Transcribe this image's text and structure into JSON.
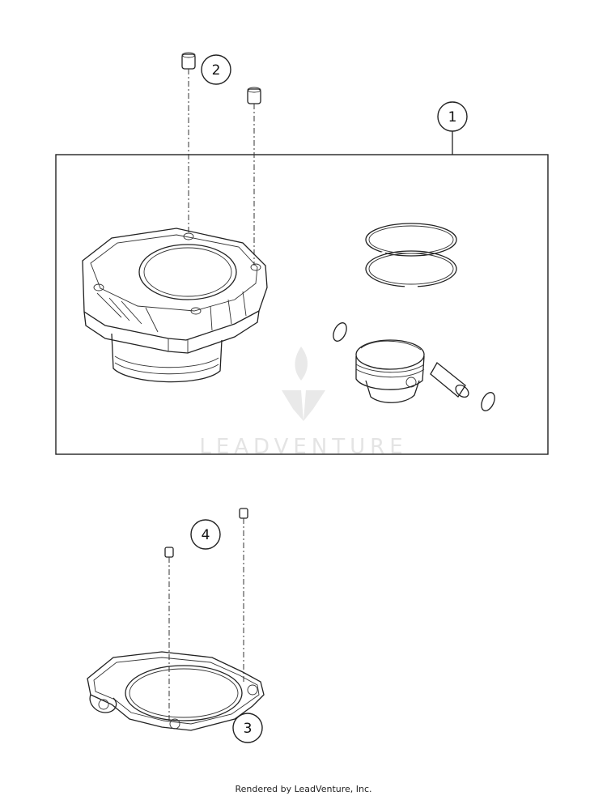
{
  "callouts": [
    {
      "id": "1",
      "label": "1"
    },
    {
      "id": "2",
      "label": "2"
    },
    {
      "id": "3",
      "label": "3"
    },
    {
      "id": "4",
      "label": "4"
    }
  ],
  "watermark": {
    "brand": "LEADVENTURE"
  },
  "footer": {
    "text": "Rendered by LeadVenture, Inc."
  },
  "colors": {
    "line": "#222222",
    "watermark": "#e4e4e4",
    "background": "#ffffff"
  }
}
